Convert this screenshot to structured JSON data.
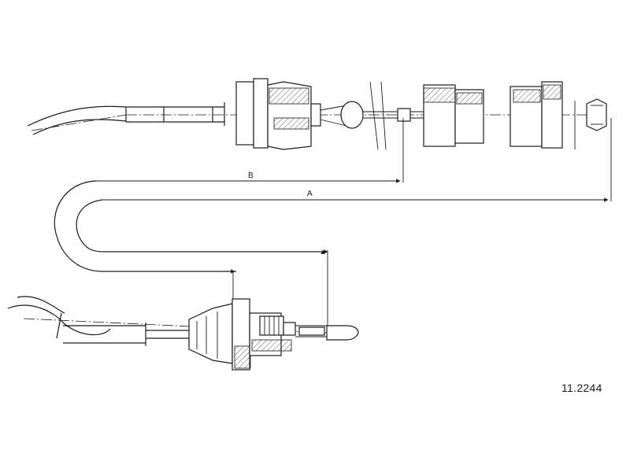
{
  "diagram": {
    "part_number": "11.2244",
    "dimension_labels": {
      "a": "A",
      "b": "B"
    }
  }
}
